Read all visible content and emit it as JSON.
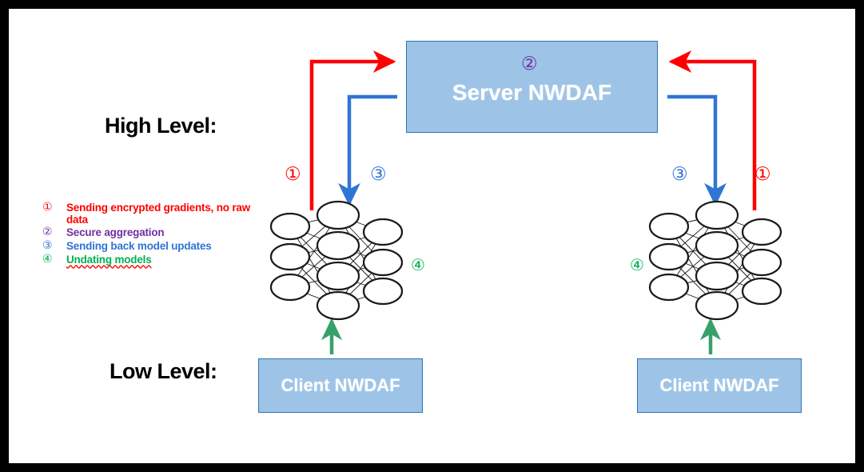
{
  "figure": {
    "border_color": "#000000",
    "background": "#ffffff"
  },
  "sections": {
    "high_level_label": "High Level:",
    "low_level_label": "Low Level:"
  },
  "boxes": {
    "server": {
      "label": "Server NWDAF",
      "fill": "#9DC3E6",
      "stroke": "#2E74B5",
      "text_color": "#FFFFFF"
    },
    "client_left": {
      "label": "Client NWDAF",
      "fill": "#9DC3E6",
      "stroke": "#2E74B5",
      "text_color": "#FFFFFF"
    },
    "client_right": {
      "label": "Client NWDAF",
      "fill": "#9DC3E6",
      "stroke": "#2E74B5",
      "text_color": "#FFFFFF"
    }
  },
  "markers": {
    "server_step": "②",
    "left_upload": "①",
    "left_download": "③",
    "right_download": "③",
    "right_upload": "①",
    "left_update": "④",
    "right_update": "④"
  },
  "legend": {
    "items": [
      {
        "number": "①",
        "text": "Sending encrypted gradients, no raw data",
        "color": "#FF0000",
        "misspelled": false
      },
      {
        "number": "②",
        "text": "Secure aggregation",
        "color": "#7030A0",
        "misspelled": false
      },
      {
        "number": "③",
        "text": "Sending back model updates",
        "color": "#2E75D4",
        "misspelled": false
      },
      {
        "number": "④",
        "text": "Undating models",
        "color": "#00B050",
        "misspelled": true
      }
    ]
  },
  "colors": {
    "red_arrow": "#FF0000",
    "blue_arrow": "#2E75D4",
    "green_arrow": "#38A169",
    "purple": "#7030A0",
    "node_stroke": "#1a1a1a"
  },
  "neural_networks": {
    "layers": [
      3,
      4,
      3
    ],
    "count": 2,
    "node_shape": "ellipse"
  }
}
